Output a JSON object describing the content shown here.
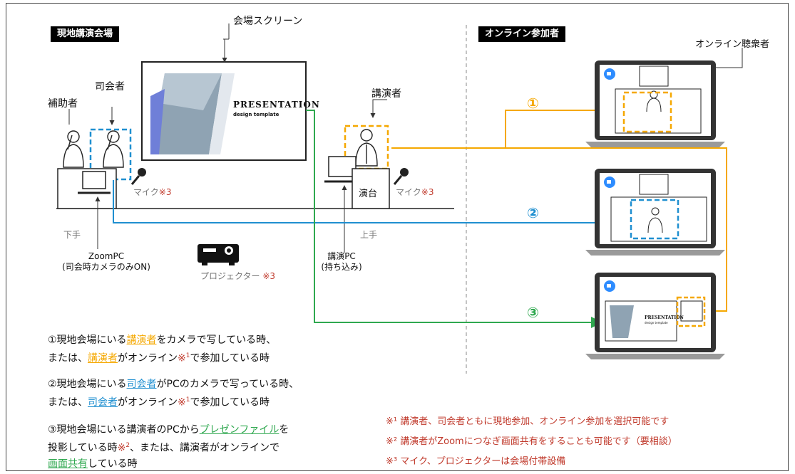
{
  "venue": {
    "tag": "現地講演会場",
    "screen_label": "会場スクリーン",
    "screen_slide_title": "PRESENTATION",
    "screen_slide_sub": "design template",
    "helper_label": "補助者",
    "mc_label": "司会者",
    "speaker_label": "講演者",
    "mic_label": "マイク",
    "mic_note": "※3",
    "podium_label": "演台",
    "stage_left": "下手",
    "stage_right": "上手",
    "zoom_pc_line1": "ZoomPC",
    "zoom_pc_line2": "(司会時カメラのみON)",
    "speaker_pc_line1": "講演PC",
    "speaker_pc_line2": "(持ち込み)",
    "projector_label": "プロジェクター",
    "projector_note": "※3"
  },
  "online": {
    "tag": "オンライン参加者",
    "audience_label": "オンライン聴衆者",
    "markers": [
      "①",
      "②",
      "③"
    ],
    "laptop3_slide_title": "PRESENTATION",
    "laptop3_slide_sub": "design template"
  },
  "notes": {
    "n1_a": "①現地会場にいる",
    "n1_b": "講演者",
    "n1_c": "をカメラで写している時、",
    "n1_d": "または、",
    "n1_e": "講演者",
    "n1_f": "がオンライン",
    "n1_g": "※",
    "n1_h": "で参加している時",
    "n2_a": "②現地会場にいる",
    "n2_b": "司会者",
    "n2_c": "がPCのカメラで写っている時、",
    "n2_d": "または、",
    "n2_e": "司会者",
    "n2_f": "がオンライン",
    "n2_g": "※",
    "n2_h": "で参加している時",
    "n3_a": "③現地会場にいる講演者のPCから",
    "n3_b": "プレゼンファイル",
    "n3_c": "を",
    "n3_d": "投影している時",
    "n3_e": "※",
    "n3_f": "、または、講演者がオンラインで",
    "n3_g": "画面共有",
    "n3_h": "している時"
  },
  "footnotes": {
    "f1": "※¹ 講演者、司会者ともに現地参加、オンライン参加を選択可能です",
    "f2": "※² 講演者がZoomにつなぎ画面共有をすることも可能です（要相談）",
    "f3": "※³ マイク、プロジェクターは会場付帯設備"
  },
  "colors": {
    "orange": "#f5a800",
    "blue": "#1f8fd0",
    "green": "#2fa84f",
    "zoom_blue": "#2d8cff",
    "red_note": "#c0392b"
  }
}
